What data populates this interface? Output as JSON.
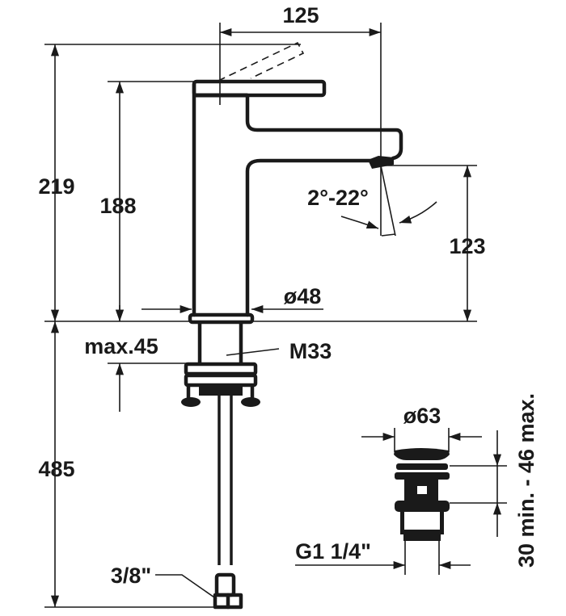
{
  "title": "Basin mixer technical drawing",
  "dimensions": {
    "spout_reach": "125",
    "total_height": "219",
    "body_height": "188",
    "spout_angle": "2°-22°",
    "spout_outlet_height": "123",
    "body_diameter": "ø48",
    "max_deck_thickness": "max.45",
    "thread": "M33",
    "below_deck_length": "485",
    "hose_connection": "3/8\""
  },
  "drain": {
    "diameter": "ø63",
    "thread": "G1 1/4\"",
    "height_range": "30 min. - 46 max."
  },
  "colors": {
    "line": "#1a1a1a",
    "background": "#ffffff"
  }
}
